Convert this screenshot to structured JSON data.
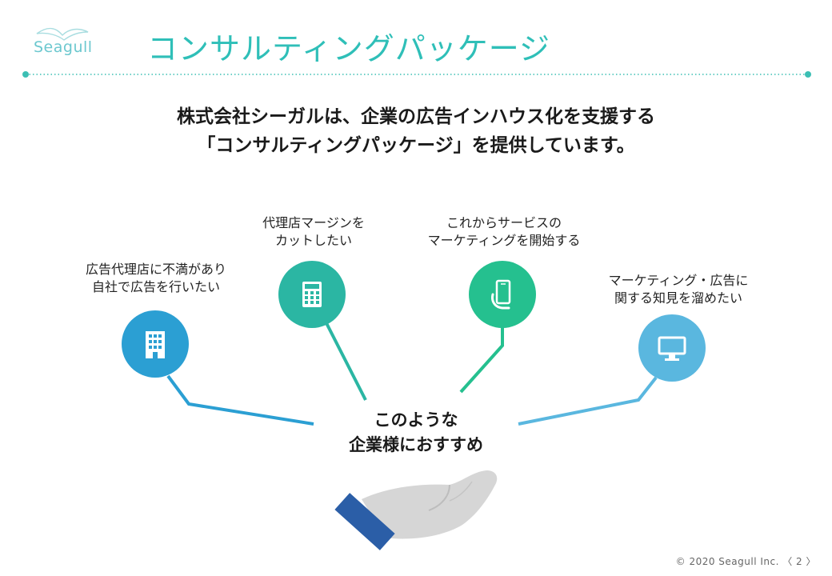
{
  "header": {
    "logo_text": "Seagull",
    "title": "コンサルティングパッケージ"
  },
  "headline": {
    "line1": "株式会社シーガルは、企業の広告インハウス化を支援する",
    "line2": "「コンサルティングパッケージ」を提供しています。"
  },
  "needs": [
    {
      "line1": "広告代理店に不満があり",
      "line2": "自社で広告を行いたい",
      "icon": "building-icon",
      "color": "#2b9fd3"
    },
    {
      "line1": "代理店マージンを",
      "line2": "カットしたい",
      "icon": "calculator-icon",
      "color": "#2bb6a3"
    },
    {
      "line1": "これからサービスの",
      "line2": "マーケティングを開始する",
      "icon": "smartphone-hand-icon",
      "color": "#25c08f"
    },
    {
      "line1": "マーケティング・広告に",
      "line2": "関する知見を溜めたい",
      "icon": "monitor-icon",
      "color": "#5ab7df"
    }
  ],
  "center": {
    "line1": "このような",
    "line2": "企業様におすすめ"
  },
  "footer": {
    "copyright": "©  2020 Seagull Inc. 〈 2 〉"
  }
}
